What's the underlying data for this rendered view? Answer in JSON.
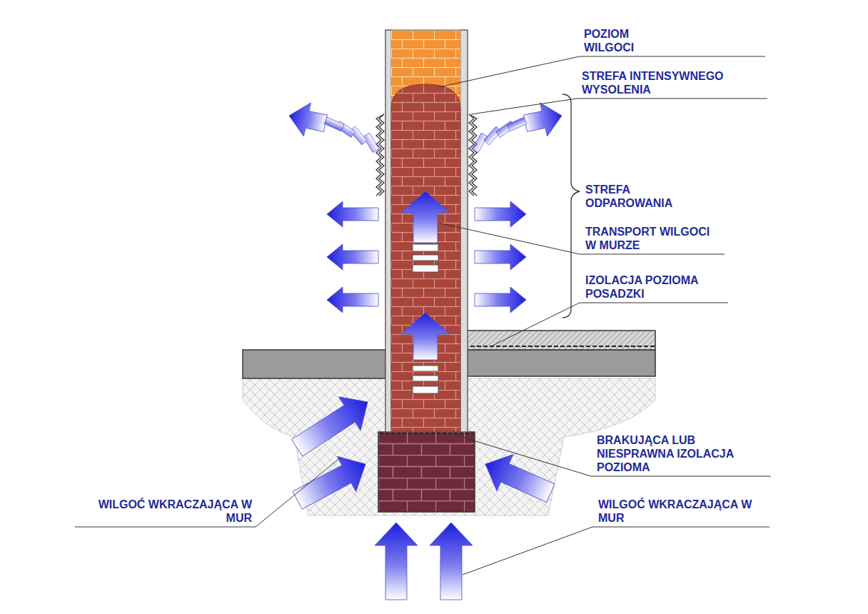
{
  "diagram": {
    "labels": [
      "POZIOM WILGOCI",
      "STREFA INTENSYWNEGO WYSOLENIA",
      "STREFA ODPAROWANIA",
      "TRANSPORT WILGOCI W MURZE",
      "IZOLACJA POZIOMA POSADZKI",
      "BRAKUJĄCA LUB NIESPRAWNA IZOLACJA POZIOMA",
      "WILGOĆ WKRACZAJĄCA W MUR",
      "WILGOĆ WKRACZAJĄCA W MUR"
    ]
  }
}
